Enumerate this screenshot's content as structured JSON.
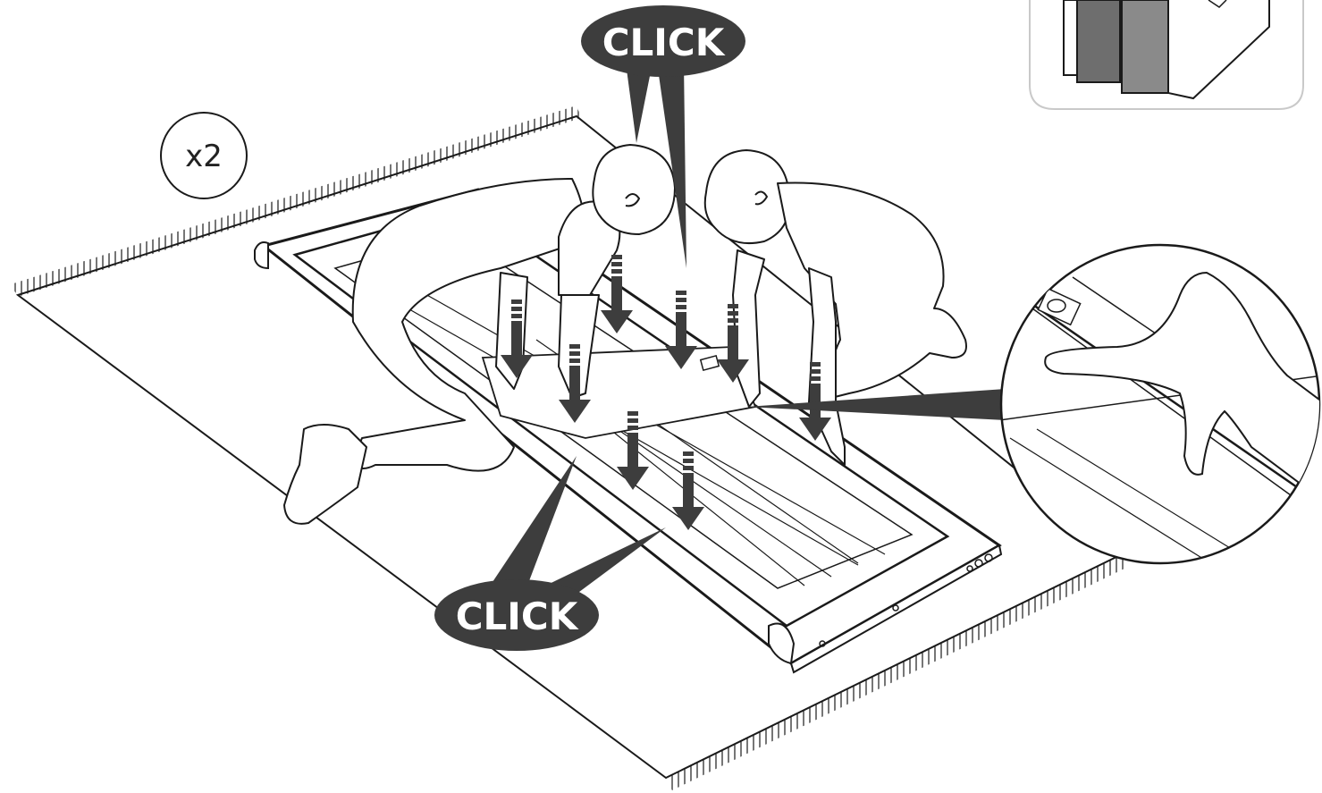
{
  "step": {
    "quantity_label": "x2"
  },
  "callouts": {
    "top_label": "CLICK",
    "bottom_label": "CLICK"
  },
  "colors": {
    "ink": "#1a1a1a",
    "callout_fill": "#3d3d3d",
    "arrow_fill": "#3d3d3d",
    "panel_gray": "#777777",
    "background": "#ffffff"
  },
  "icons": {
    "press_arrows": "down-arrow-icon",
    "thumbnail": "wardrobe-thumbnail-icon",
    "detail": "magnified-detail-icon"
  }
}
